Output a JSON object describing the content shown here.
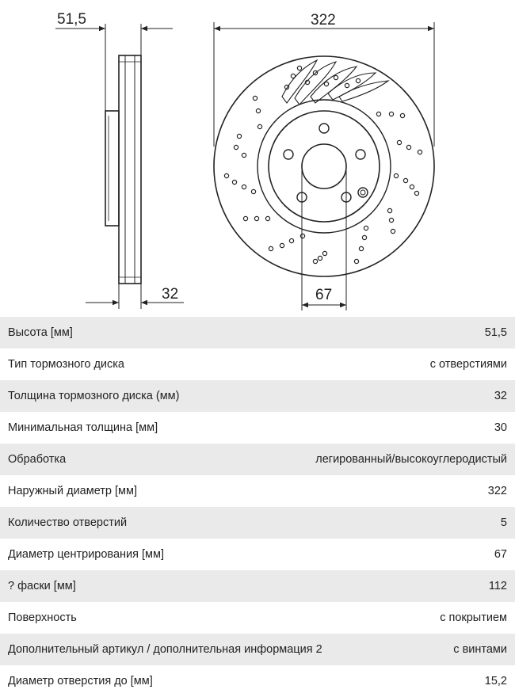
{
  "drawing": {
    "dims": {
      "height": "51,5",
      "outer_diameter": "322",
      "thickness": "32",
      "centering": "67"
    }
  },
  "specs": [
    {
      "label": "Высота [мм]",
      "value": "51,5"
    },
    {
      "label": "Тип тормозного диска",
      "value": "с отверстиями"
    },
    {
      "label": "Толщина тормозного диска (мм)",
      "value": "32"
    },
    {
      "label": "Минимальная толщина [мм]",
      "value": "30"
    },
    {
      "label": "Обработка",
      "value": "легированный/высокоуглеродистый"
    },
    {
      "label": "Наружный диаметр [мм]",
      "value": "322"
    },
    {
      "label": "Количество отверстий",
      "value": "5"
    },
    {
      "label": "Диаметр центрирования [мм]",
      "value": "67"
    },
    {
      "label": "? фаски [мм]",
      "value": "112"
    },
    {
      "label": "Поверхность",
      "value": "с покрытием"
    },
    {
      "label": "Дополнительный артикул / дополнительная информация 2",
      "value": "с винтами"
    },
    {
      "label": "Диаметр отверстия до [мм]",
      "value": "15,2"
    }
  ]
}
